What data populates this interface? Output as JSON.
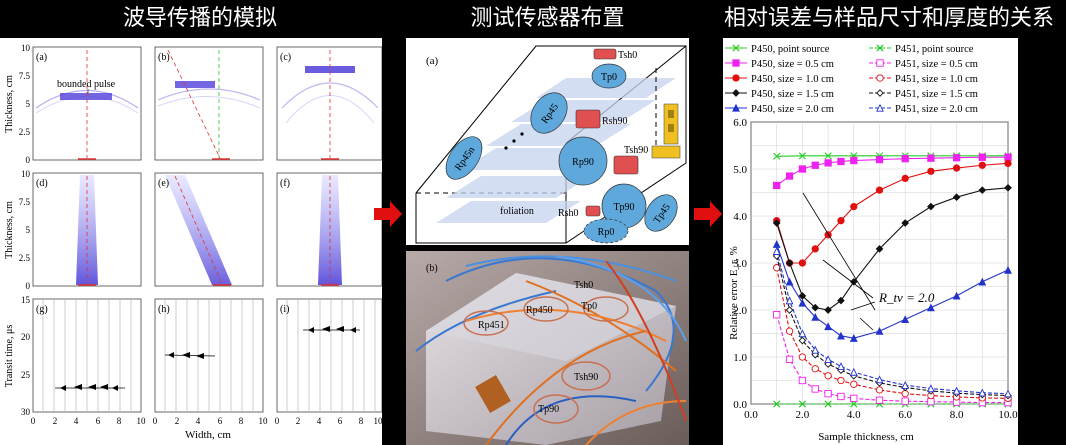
{
  "headers": {
    "left": "波导传播的模拟",
    "middle": "测试传感器布置",
    "right": "相对误差与样品尺寸和厚度的关系"
  },
  "left_figure": {
    "subplot_labels": [
      "(a)",
      "(b)",
      "(c)",
      "(d)",
      "(e)",
      "(f)",
      "(g)",
      "(h)",
      "(i)"
    ],
    "annotation": "bounded  pulse",
    "ylabel_top": "Thickness, cm",
    "ylabel_mid": "Thickness, cm",
    "ylabel_bottom": "Transit time, μs",
    "xlabel": "Width, cm",
    "thickness_ticks": [
      "0",
      "2.5",
      "5",
      "7.5",
      "10"
    ],
    "time_ticks": [
      "15",
      "20",
      "25",
      "30"
    ],
    "width_ticks": [
      "0",
      "2",
      "4",
      "6",
      "8",
      "10"
    ]
  },
  "middle_figure": {
    "label_a": "(a)",
    "label_b": "(b)",
    "sensors": {
      "tsh0": "Tsh0",
      "tp0": "Tp0",
      "rp45": "Rp45",
      "rsh90": "Rsh90",
      "rp90": "Rp90",
      "tsh90": "Tsh90",
      "rp45n": "Rp45n",
      "foliation": "foliation",
      "rsh0": "Rsh0",
      "tp90": "Tp90",
      "tp45": "Tp45",
      "rp0": "Rp0"
    },
    "photo_labels": {
      "tsh0": "Tsh0",
      "rp450": "Rp450",
      "tp0": "Tp0",
      "rp451": "Rp451",
      "tsh90": "Tsh90",
      "tp90": "Tp90"
    }
  },
  "chart_data": {
    "type": "line",
    "xlabel": "Sample thickness, cm",
    "ylabel": "Relative error E_r, %",
    "xlim": [
      0,
      10
    ],
    "ylim": [
      0,
      6
    ],
    "xticks": [
      "0.0",
      "2.0",
      "4.0",
      "6.0",
      "8.0",
      "10.0"
    ],
    "yticks": [
      "0.0",
      "1.0",
      "2.0",
      "3.0",
      "4.0",
      "5.0",
      "6.0"
    ],
    "annotation": "R_tv = 2.0",
    "grid": true,
    "legend_position": "top",
    "colors": {
      "green": "#22cc22",
      "magenta": "#ee22ee",
      "red": "#e01010",
      "black": "#111111",
      "blue": "#2233cc"
    },
    "series": [
      {
        "name": "P450, point source",
        "color": "#22cc22",
        "marker": "x",
        "dashed": false,
        "x": [
          1.0,
          2.0,
          3.0,
          4.0,
          5.0,
          6.0,
          7.0,
          8.0,
          9.0,
          10.0
        ],
        "y": [
          5.27,
          5.28,
          5.28,
          5.28,
          5.28,
          5.28,
          5.28,
          5.28,
          5.28,
          5.28
        ]
      },
      {
        "name": "P451, point source",
        "color": "#22cc22",
        "marker": "x",
        "dashed": true,
        "x": [
          1.0,
          2.0,
          3.0,
          4.0,
          5.0,
          6.0,
          7.0,
          8.0,
          9.0,
          10.0
        ],
        "y": [
          0.0,
          0.0,
          0.0,
          0.0,
          0.0,
          0.0,
          0.0,
          0.0,
          0.0,
          0.0
        ]
      },
      {
        "name": "P450, size = 0.5 cm",
        "color": "#ee22ee",
        "marker": "square",
        "dashed": false,
        "x": [
          1.0,
          1.5,
          2.0,
          2.5,
          3.0,
          3.5,
          4.0,
          5.0,
          6.0,
          7.0,
          8.0,
          9.0,
          10.0
        ],
        "y": [
          4.65,
          4.85,
          5.0,
          5.08,
          5.13,
          5.16,
          5.18,
          5.2,
          5.22,
          5.23,
          5.24,
          5.25,
          5.25
        ]
      },
      {
        "name": "P451, size = 0.5 cm",
        "color": "#ee22ee",
        "marker": "square-open",
        "dashed": true,
        "x": [
          1.0,
          1.5,
          2.0,
          2.5,
          3.0,
          3.5,
          4.0,
          5.0,
          6.0,
          7.0,
          8.0,
          9.0,
          10.0
        ],
        "y": [
          1.9,
          0.95,
          0.5,
          0.32,
          0.22,
          0.16,
          0.12,
          0.08,
          0.06,
          0.05,
          0.04,
          0.03,
          0.03
        ]
      },
      {
        "name": "P450, size = 1.0 cm",
        "color": "#e01010",
        "marker": "circle",
        "dashed": false,
        "x": [
          1.0,
          1.5,
          2.0,
          2.5,
          3.0,
          3.5,
          4.0,
          5.0,
          6.0,
          7.0,
          8.0,
          9.0,
          10.0
        ],
        "y": [
          3.9,
          3.0,
          3.0,
          3.3,
          3.6,
          3.9,
          4.2,
          4.55,
          4.8,
          4.95,
          5.02,
          5.08,
          5.12
        ]
      },
      {
        "name": "P451, size = 1.0 cm",
        "color": "#e01010",
        "marker": "circle-open",
        "dashed": true,
        "x": [
          1.0,
          1.5,
          2.0,
          2.5,
          3.0,
          3.5,
          4.0,
          5.0,
          6.0,
          7.0,
          8.0,
          9.0,
          10.0
        ],
        "y": [
          2.9,
          1.55,
          1.0,
          0.75,
          0.6,
          0.5,
          0.42,
          0.3,
          0.22,
          0.18,
          0.15,
          0.13,
          0.12
        ]
      },
      {
        "name": "P450, size = 1.5 cm",
        "color": "#111111",
        "marker": "diamond",
        "dashed": false,
        "x": [
          1.0,
          1.5,
          2.0,
          2.5,
          3.0,
          3.5,
          4.0,
          5.0,
          6.0,
          7.0,
          8.0,
          9.0,
          10.0
        ],
        "y": [
          3.85,
          3.0,
          2.3,
          2.05,
          2.0,
          2.2,
          2.6,
          3.3,
          3.85,
          4.2,
          4.4,
          4.55,
          4.6
        ]
      },
      {
        "name": "P451, size = 1.5 cm",
        "color": "#111111",
        "marker": "diamond-open",
        "dashed": true,
        "x": [
          1.0,
          1.5,
          2.0,
          2.5,
          3.0,
          3.5,
          4.0,
          5.0,
          6.0,
          7.0,
          8.0,
          9.0,
          10.0
        ],
        "y": [
          3.15,
          2.0,
          1.35,
          1.05,
          0.85,
          0.72,
          0.6,
          0.45,
          0.35,
          0.28,
          0.23,
          0.2,
          0.18
        ]
      },
      {
        "name": "P450, size = 2.0 cm",
        "color": "#2233cc",
        "marker": "triangle",
        "dashed": false,
        "x": [
          1.0,
          1.5,
          2.0,
          2.5,
          3.0,
          3.5,
          4.0,
          5.0,
          6.0,
          7.0,
          8.0,
          9.0,
          10.0
        ],
        "y": [
          3.4,
          2.6,
          2.15,
          1.85,
          1.65,
          1.45,
          1.4,
          1.55,
          1.8,
          2.05,
          2.3,
          2.6,
          2.85
        ]
      },
      {
        "name": "P451, size = 2.0 cm",
        "color": "#2233cc",
        "marker": "triangle-open",
        "dashed": true,
        "x": [
          1.0,
          1.5,
          2.0,
          2.5,
          3.0,
          3.5,
          4.0,
          5.0,
          6.0,
          7.0,
          8.0,
          9.0,
          10.0
        ],
        "y": [
          3.25,
          2.2,
          1.5,
          1.15,
          0.95,
          0.8,
          0.68,
          0.52,
          0.4,
          0.33,
          0.28,
          0.24,
          0.22
        ]
      }
    ]
  }
}
